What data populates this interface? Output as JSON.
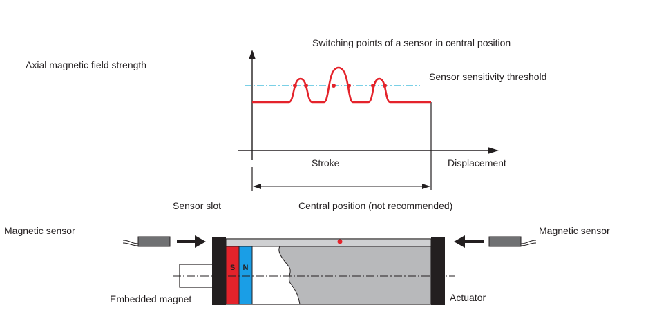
{
  "labels": {
    "y_axis": "Axial magnetic field strength",
    "title": "Switching points of a sensor in central position",
    "threshold": "Sensor sensitivity threshold",
    "x_axis": "Displacement",
    "stroke": "Stroke",
    "sensor_slot": "Sensor slot",
    "central_position": "Central position (not recommended)",
    "magnetic_sensor_left": "Magnetic sensor",
    "magnetic_sensor_right": "Magnetic sensor",
    "embedded_magnet": "Embedded magnet",
    "actuator": "Actuator",
    "pole_s": "S",
    "pole_n": "N"
  },
  "colors": {
    "curve": "#e4232b",
    "threshold": "#2bb4d6",
    "pole_s": "#e4232b",
    "pole_n": "#1a9ee6",
    "body": "#b8b9bb",
    "end_cap": "#231f20",
    "text": "#231f20"
  }
}
